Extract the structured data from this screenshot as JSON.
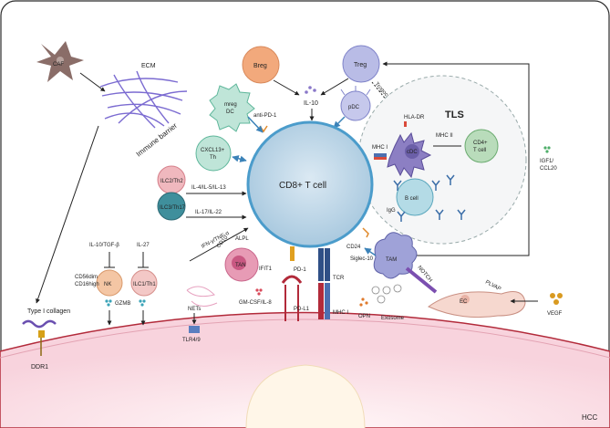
{
  "labels": {
    "caf": "CAF",
    "ecm": "ECM",
    "immune_barrier": "Immune barrier",
    "breg": "Breg",
    "treg": "Treg",
    "il10": "IL-10",
    "mreg_dc_1": "mreg",
    "mreg_dc_2": "DC",
    "anti_pd1": "anti-PD-1",
    "pdc": "pDC",
    "trogocytosis": "Trogocytosis",
    "hla_dr": "HLA-DR",
    "tls": "TLS",
    "mhc_ii": "MHC II",
    "cdc": "cDC",
    "cd4_t_cell_1": "CD4+",
    "cd4_t_cell_2": "T cell",
    "mhc_i_top": "MHC I",
    "igf1_ccl20_1": "IGF1/",
    "igf1_ccl20_2": "CCL20",
    "cxcl13_th_1": "CXCL13+",
    "cxcl13_th_2": "Th",
    "ilc2_th2": "ILC2/Th2",
    "il4_il5_il13": "IL-4/IL-5/IL-13",
    "cd8_t_cell": "CD8+ T cell",
    "b_cell": "B cell",
    "igg": "IgG",
    "ilc3_th17": "ILC3/Th17",
    "il17_il22": "IL-17/IL-22",
    "ifn_tnf": "IFN-γ/TNF-α",
    "il10_tgfb": "IL-10/TGF-β",
    "il27": "IL-27",
    "cd10": "CD10",
    "alpl": "ALPL",
    "cd24": "CD24",
    "siglec10": "Siglec-10",
    "tam_left": "TAN",
    "ifit1": "IFIT1",
    "tam": "TAM",
    "cd56_cd16_1": "CD56dim",
    "cd56_cd16_2": "CD16high",
    "nk": "NK",
    "ilc1_th1": "ILC1/Th1",
    "gzmb": "GZMB",
    "gm_csf_il8": "GM-CSF/IL-8",
    "pd1": "PD-1",
    "tcr": "TCR",
    "pdl1": "PD-L1",
    "mhc_i_bottom": "MHC I",
    "nets": "NETs",
    "tlr49": "TLR4/9",
    "notch": "NOTCH",
    "plvap": "PLVAP",
    "ec": "EC",
    "vegf": "VEGF",
    "opn": "OPN",
    "exosome": "Exosome",
    "type1_collagen": "Type I collagen",
    "ddr1": "DDR1",
    "hcc": "HCC"
  },
  "colors": {
    "cd8_cell": "#bfd9ea",
    "cd8_border": "#4b9ccb",
    "treg": "#b9bce6",
    "breg": "#f2a97c",
    "mreg_dc": "#bfe5d8",
    "pdc": "#c6c8ec",
    "cdc": "#8c7fc3",
    "cd4": "#b9dcbb",
    "bcell": "#b4dbe6",
    "tam": "#9fa2d8",
    "tan": "#e79bb5",
    "nk": "#f4c6a4",
    "ilc1": "#f3c8c6",
    "ilc2": "#f0b8be",
    "ilc3": "#3f8f9c",
    "tumor": "#fbe3ea",
    "ec": "#f6d8cf",
    "caf": "#8a6d68"
  },
  "icons": [
    "caf-icon",
    "ecm-fiber-icon",
    "antibody-icon",
    "receptor-icon",
    "cytokine-dot-icon",
    "exosome-icon",
    "collagen-icon"
  ]
}
